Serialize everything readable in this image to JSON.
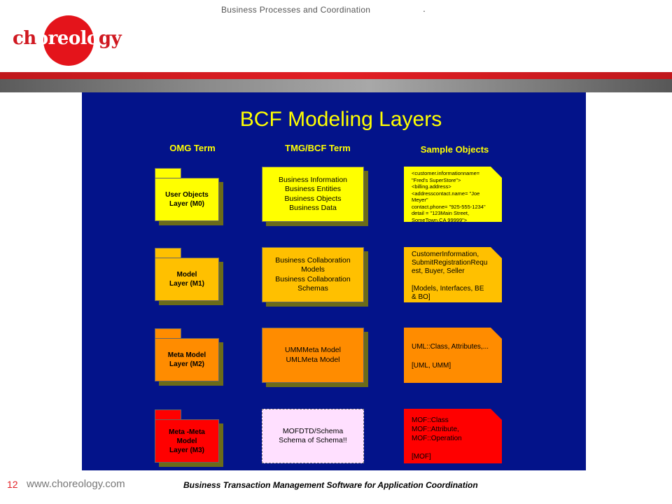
{
  "header": {
    "title": "Business  Processes  and Coordination",
    "dot": "."
  },
  "logo": {
    "prefix": "ch",
    "inner": "oreolo",
    "suffix": "gy"
  },
  "slide": {
    "title": "BCF Modeling Layers",
    "columns": {
      "omg": "OMG Term",
      "tmg": "TMG/BCF Term",
      "sample": "Sample  Objects"
    },
    "rows": [
      {
        "omg": "User  Objects\nLayer  (M0)",
        "tmg": "Business  Information\nBusiness  Entities\nBusiness  Objects\nBusiness  Data",
        "sample": "<customer.informationname=\n\"Fred's SuperStore\">\n<billing.address>\n<addresscontact.name= \"Joe\nMeyer\"\ncontact.phone= \"925-555-1234\"\ndetail = \"123Main Street,\nSomeTown,CA 99999\">"
      },
      {
        "omg": "Model\nLayer  (M1)",
        "tmg": "Business  Collaboration\nModels\nBusiness  Collaboration\nSchemas",
        "sample": "CustomerInformation,\nSubmitRegistrationRequ\nest,  Buyer,  Seller\n\n[Models,  Interfaces,  BE\n&  BO]"
      },
      {
        "omg": "Meta  Model\nLayer  (M2)",
        "tmg": "UMMMeta Model\nUMLMeta Model",
        "sample": "UML::Class, Attributes,...\n\n[UML, UMM]"
      },
      {
        "omg": "Meta  -Meta\nModel\nLayer  (M3)",
        "tmg": "MOFDTD/Schema\nSchema of Schema!!",
        "sample": "MOF::Class\nMOF::Attribute,\nMOF::Operation\n\n[MOF]"
      }
    ]
  },
  "footer": {
    "page_number": "12",
    "url": "www.choreology.com",
    "tagline": "Business Transaction Management  Software for Application Coordination"
  }
}
